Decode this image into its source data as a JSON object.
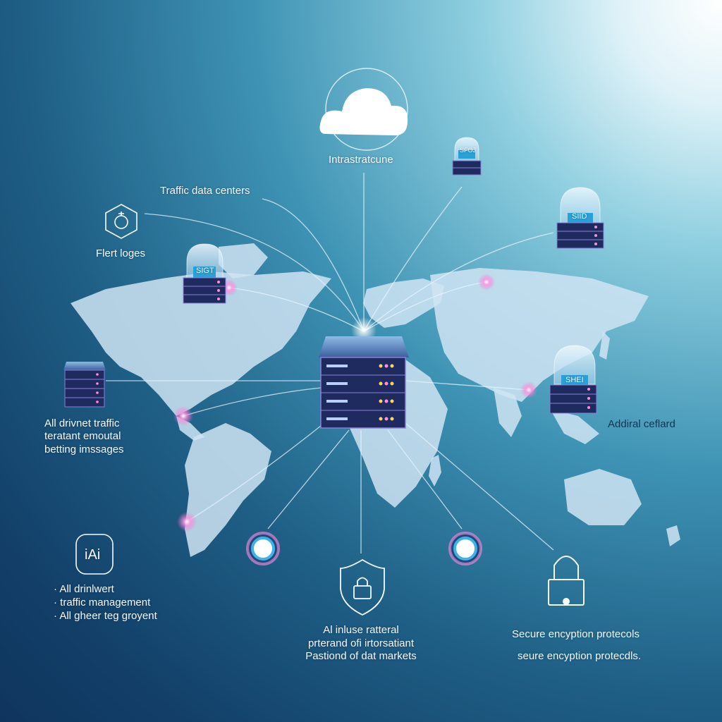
{
  "labels": {
    "infrastructure": "Intrastratcune",
    "traffic_data_centers": "Traffic data centers",
    "flert_loges": "Flert loges",
    "left_block": [
      "All drivnet traffic",
      "teratant emoutal",
      "betting imssages"
    ],
    "right_mid": "Addiral ceflard",
    "ai_icon_text": "iAi",
    "bullets": [
      "· All drinlwert",
      "· traffic management",
      "· All gheer teg groyent"
    ],
    "center_bottom": [
      "Al inluse ratteral",
      "prterand ofi irtorsatiant",
      "Pastiond of dat markets"
    ],
    "bottom_right": [
      "Secure encyption protecols",
      "seure encyption protecdls."
    ]
  },
  "server_screens": {
    "top_right_small": "SFOJ",
    "right_upper": "SIID",
    "left_upper": "SIGT",
    "right_mid": "SHEI"
  },
  "colors": {
    "line": "#e8f4ff",
    "glow": "#ff7ad9",
    "server_body": "#1f2b5e",
    "server_trim": "#4a3b8f",
    "dome": "#cfe8f7",
    "map": "#cfe4f3",
    "circle_ring": "#3fb3e6"
  },
  "icons": [
    "cloud-icon",
    "gear-hexagon-icon",
    "padlock-icon",
    "shield-lock-icon",
    "ai-person-icon",
    "node-ring-icon"
  ]
}
